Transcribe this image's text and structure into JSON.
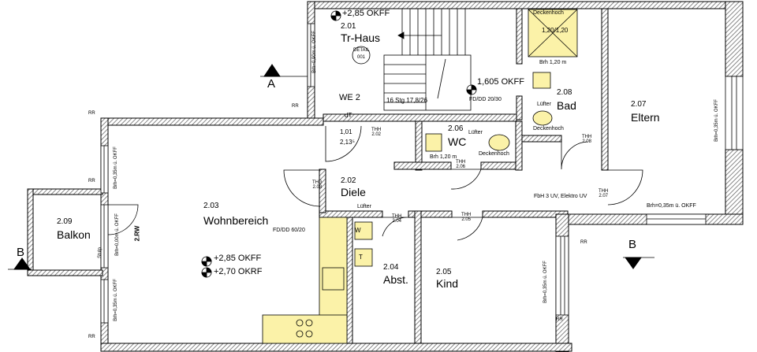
{
  "colors": {
    "wall": "#000000",
    "hatch": "#6b6b6b",
    "kitchen": "#fbf2a8",
    "fill": "#ffffff"
  },
  "rooms": {
    "tr_haus": {
      "no": "2.01",
      "name": "Tr-Haus"
    },
    "wohn": {
      "no": "2.03",
      "name": "Wohnbereich"
    },
    "diele": {
      "no": "2.02",
      "name": "Diele"
    },
    "wc": {
      "no": "2.06",
      "name": "WC"
    },
    "bad": {
      "no": "2.08",
      "name": "Bad"
    },
    "eltern": {
      "no": "2.07",
      "name": "Eltern"
    },
    "abst": {
      "no": "2.04",
      "name": "Abst."
    },
    "kind": {
      "no": "2.05",
      "name": "Kind"
    },
    "balkon": {
      "no": "2.09",
      "name": "Balkon"
    }
  },
  "levels": {
    "top": "+2,85 OKFF",
    "stair": "1,605 OKFF",
    "main_ff": "+2,85 OKFF",
    "main_rf": "+2,70 OKRF"
  },
  "stair": {
    "label": "16 Stg 17,8/26",
    "detail": "DETAIL",
    "detail_no": "001"
  },
  "section": {
    "a": "A",
    "b_left": "B",
    "b_right": "B"
  },
  "notes": {
    "we": "WE 2",
    "dt": "dT",
    "door_no": "1,01",
    "door_h": "2,13⁵",
    "fd_dd_stair": "FD/DD 20/30",
    "fd_dd_main": "FD/DD 60/20",
    "luefter_bad": "Lüfter",
    "luefter_wc": "Lüfter",
    "luefter_diele": "Lüfter",
    "deckenhoch_top": "Deckenhoch",
    "deckenhoch_bad": "Deckenhoch",
    "deckenhoch_wc": "Deckenhoch",
    "brh_bad": "Brh 1,20 m",
    "brh_wc": "Brh 1,20 m",
    "window_size": "1,20/1,20",
    "brh_tr": "Brh=0,90m ü. OKFF",
    "brh_eltern_r": "Brh=0,35m ü. OKFF",
    "brh_eltern_b": "Brh=0,35m ü. OKFF",
    "brh_balk1": "Brh=0,35m ü. OKFF",
    "brh_balk2": "Brh=0,00m ü. OKFF",
    "brh_balk3": "Brh=0,35m ü. OKFF",
    "brh_kind": "Brh=0,35m ü. OKFF",
    "fbh": "FbH 3 UV, Elektro UV",
    "rw": "2.RW",
    "stulp": "Stulp",
    "rr": "RR",
    "k_w": "W",
    "k_t": "T"
  },
  "thresholds": [
    {
      "id": "thh-202",
      "a": "THH",
      "b": "2.02"
    },
    {
      "id": "thg-203",
      "a": "THG",
      "b": "2.03"
    },
    {
      "id": "thh-206",
      "a": "THH",
      "b": "2.06"
    },
    {
      "id": "thh-208",
      "a": "THH",
      "b": "2.08"
    },
    {
      "id": "thh-207",
      "a": "THH",
      "b": "2.07"
    },
    {
      "id": "thh-204",
      "a": "THH",
      "b": "2.04"
    },
    {
      "id": "thh-205",
      "a": "THH",
      "b": "2.05"
    }
  ]
}
